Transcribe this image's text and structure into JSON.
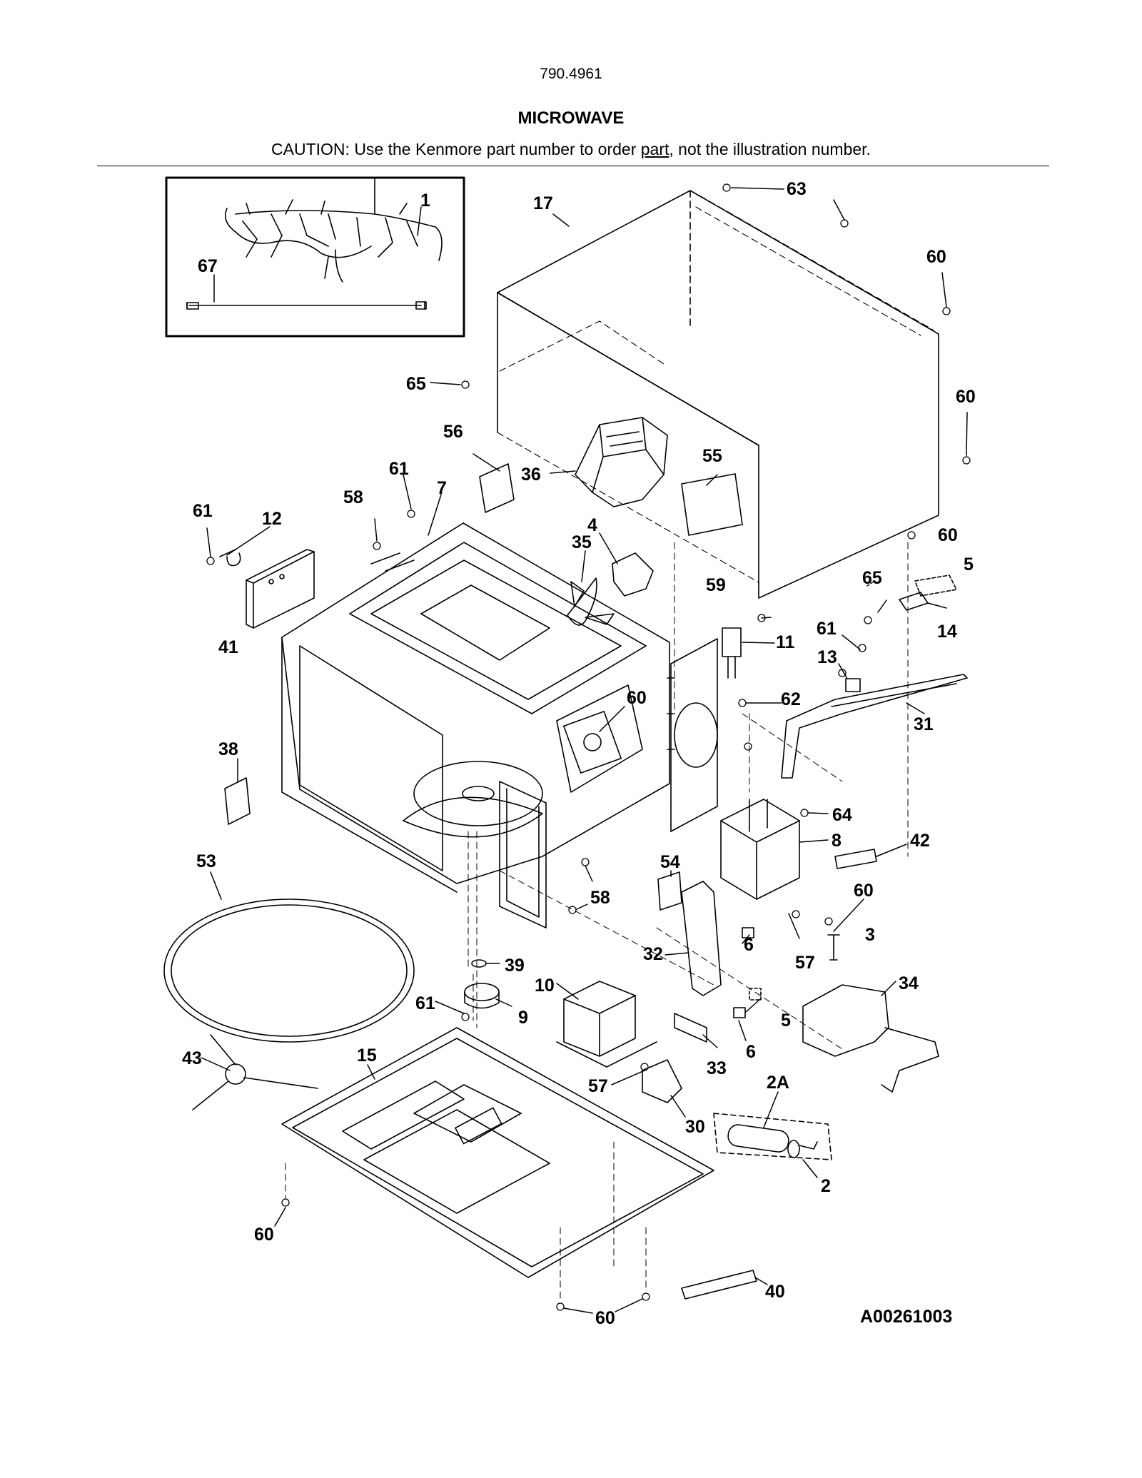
{
  "header": {
    "model_number": "790.4961",
    "title": "MICROWAVE",
    "caution_prefix": "CAUTION: Use the Kenmore part number to order ",
    "caution_link": "part",
    "caution_suffix": ", not the illustration number."
  },
  "drawing_number": "A00261003",
  "callouts": {
    "c1": "1",
    "c67": "67",
    "c17": "17",
    "c63": "63",
    "c60a": "60",
    "c60b": "60",
    "c65a": "65",
    "c56": "56",
    "c36": "36",
    "c55": "55",
    "c61a": "61",
    "c7": "7",
    "c58a": "58",
    "c61b": "61",
    "c12": "12",
    "c4": "4",
    "c35": "35",
    "c60c": "60",
    "c5a": "5",
    "c59": "59",
    "c65b": "65",
    "c14": "14",
    "c41": "41",
    "c11": "11",
    "c61c": "61",
    "c13": "13",
    "c60d": "60",
    "c62": "62",
    "c31": "31",
    "c38": "38",
    "c64": "64",
    "c8": "8",
    "c42": "42",
    "c53": "53",
    "c54": "54",
    "c58b": "58",
    "c60e": "60",
    "c3": "3",
    "c32": "32",
    "c6a": "6",
    "c57a": "57",
    "c39": "39",
    "c34": "34",
    "c10": "10",
    "c61d": "61",
    "c9": "9",
    "c5b": "5",
    "c6b": "6",
    "c15": "15",
    "c43": "43",
    "c33": "33",
    "c57b": "57",
    "c2A": "2A",
    "c30": "30",
    "c2": "2",
    "c60f": "60",
    "c40": "40",
    "c60g": "60"
  }
}
